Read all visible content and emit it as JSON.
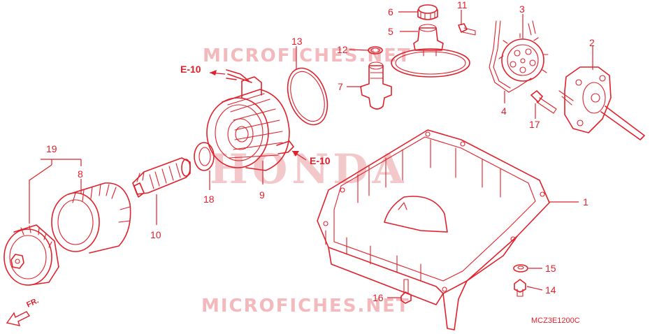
{
  "watermarks": {
    "top": "MICROFICHES.NET",
    "center": "HONDA",
    "bottom": "MICROFICHES.NET"
  },
  "refs": {
    "e10_top": "E-10",
    "e10_mid": "E-10"
  },
  "callouts": {
    "p1": "1",
    "p2": "2",
    "p3": "3",
    "p4": "4",
    "p5": "5",
    "p6": "6",
    "p7": "7",
    "p8": "8",
    "p9": "9",
    "p10": "10",
    "p11": "11",
    "p12": "12",
    "p13": "13",
    "p14": "14",
    "p15": "15",
    "p16": "16",
    "p17": "17",
    "p18": "18",
    "p19": "19"
  },
  "front_indicator": "FR.",
  "diagram_code": "MCZ3E1200C",
  "colors": {
    "line": "#e0202a",
    "watermark": "#f3b9bc"
  }
}
